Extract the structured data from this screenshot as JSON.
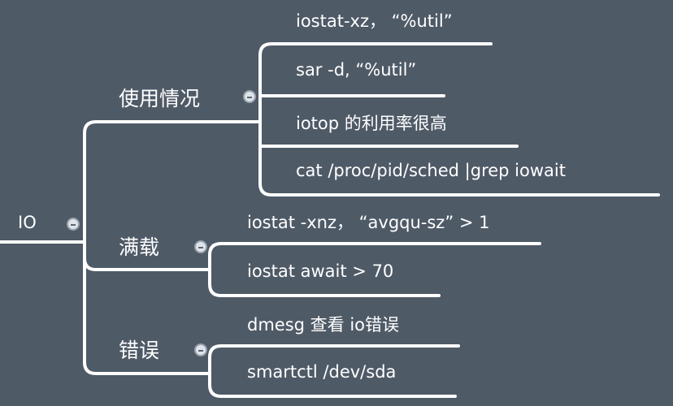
{
  "mindmap": {
    "root": {
      "label": "IO"
    },
    "branches": [
      {
        "label": "使用情况",
        "children": [
          {
            "label": "iostat-xz， “%util”"
          },
          {
            "label": "sar -d, “%util”"
          },
          {
            "label": "iotop 的利用率很高"
          },
          {
            "label": "cat /proc/pid/sched |grep iowait"
          }
        ]
      },
      {
        "label": "满载",
        "children": [
          {
            "label": "iostat -xnz， “avgqu-sz” > 1"
          },
          {
            "label": "iostat await > 70"
          }
        ]
      },
      {
        "label": "错误",
        "children": [
          {
            "label": "dmesg 查看 io错误"
          },
          {
            "label": "smartctl /dev/sda"
          }
        ]
      }
    ]
  },
  "colors": {
    "background": "#4f5a67",
    "line": "#ffffff",
    "text": "#ffffff",
    "toggle_fill": "#dfe4ea"
  }
}
